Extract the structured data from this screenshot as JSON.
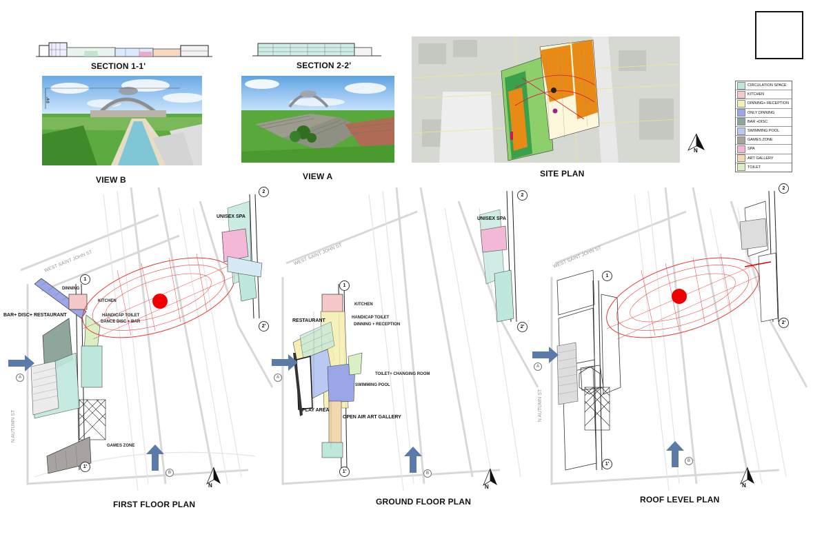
{
  "titles": {
    "section_1": "SECTION 1-1'",
    "section_2": "SECTION 2-2'",
    "view_b": "VIEW B",
    "view_a": "VIEW A",
    "site_plan": "SITE PLAN",
    "first_floor": "FIRST FLOOR PLAN",
    "ground_floor": "GROUND FLOOR PLAN",
    "roof_level": "ROOF LEVEL PLAN"
  },
  "legend": [
    {
      "label": "CIRCULATION SPACE",
      "color": "#bfe8dd"
    },
    {
      "label": "KITCHEN",
      "color": "#f6c9c9"
    },
    {
      "label": "DINNING+ RECEPTION",
      "color": "#f6efb4"
    },
    {
      "label": "ONLY DINNING",
      "color": "#9aa6e6"
    },
    {
      "label": "BAR +DISC",
      "color": "#8fa79a"
    },
    {
      "label": "SWIMMING POOL",
      "color": "#b9c9f2"
    },
    {
      "label": "GAMES ZONE",
      "color": "#a8a2a0"
    },
    {
      "label": "SPA",
      "color": "#f3b7d8"
    },
    {
      "label": "ART GALLERY",
      "color": "#f2d7b0"
    },
    {
      "label": "TOILET",
      "color": "#d9f0c4"
    }
  ],
  "first_floor_labels": {
    "dinning": "DINNING",
    "kitchen": "KITCHEN",
    "bar_disc": "BAR+ DISC+ RESTAURANT",
    "handicap_toilet": "HANDICAP TOILET",
    "dance_disc": "DANCE DISC + BAR",
    "games_zone": "GAMES ZONE",
    "unisex_spa": "UNISEX SPA",
    "street": "WEST SAINT JOHN ST",
    "street_2": "N AUTUMN ST"
  },
  "ground_floor_labels": {
    "kitchen": "KITCHEN",
    "restaurant": "RESTAURANT",
    "handicap_toilet": "HANDICAP TOILET",
    "dinning_reception": "DINNING + RECEPTION",
    "toilet_changing": "TOILET+ CHANGING ROOM",
    "swimming_pool": "SWIMMING POOL",
    "play_area": "PLAY AREA",
    "art_gallery": "OPEN AIR ART GALLERY",
    "unisex_spa": "UNISEX SPA",
    "street": "WEST SAINT JOHN ST"
  },
  "roof_labels": {
    "street": "WEST SAINT JOHN ST",
    "street_2": "N AUTUMN ST"
  },
  "grid_marks": {
    "one": "1",
    "one_prime": "1'",
    "two": "2",
    "two_prime": "2'",
    "a": "A",
    "b": "B"
  },
  "north": "N",
  "section_dim": "5'6\""
}
